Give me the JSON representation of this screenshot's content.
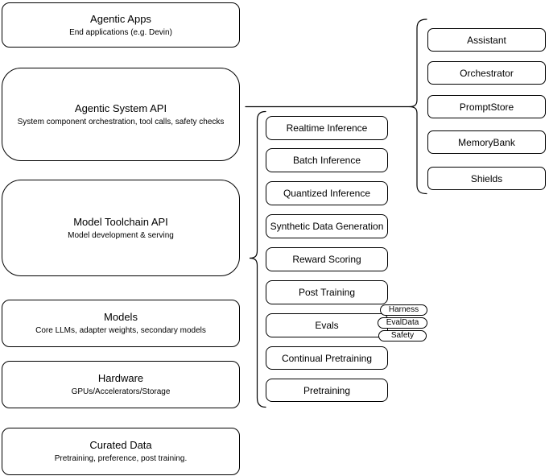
{
  "colors": {
    "stroke": "#000000",
    "fill": "#ffffff",
    "text": "#000000"
  },
  "left_stack": {
    "items": [
      {
        "title": "Agentic Apps",
        "subtitle": "End applications (e.g. Devin)"
      },
      {
        "title": "Agentic System API",
        "subtitle": "System component orchestration, tool calls, safety checks"
      },
      {
        "title": "Model Toolchain API",
        "subtitle": "Model development & serving"
      },
      {
        "title": "Models",
        "subtitle": "Core LLMs, adapter weights, secondary models"
      },
      {
        "title": "Hardware",
        "subtitle": "GPUs/Accelerators/Storage"
      },
      {
        "title": "Curated Data",
        "subtitle": "Pretraining, preference, post training."
      }
    ]
  },
  "toolchain_group": {
    "items": [
      {
        "label": "Realtime Inference"
      },
      {
        "label": "Batch Inference"
      },
      {
        "label": "Quantized Inference"
      },
      {
        "label": "Synthetic Data Generation"
      },
      {
        "label": "Reward Scoring"
      },
      {
        "label": "Post Training"
      },
      {
        "label": "Evals"
      },
      {
        "label": "Continual Pretraining"
      },
      {
        "label": "Pretraining"
      }
    ],
    "eval_tags": [
      {
        "label": "Harness"
      },
      {
        "label": "EvalData"
      },
      {
        "label": "Safety"
      }
    ]
  },
  "system_group": {
    "items": [
      {
        "label": "Assistant"
      },
      {
        "label": "Orchestrator"
      },
      {
        "label": "PromptStore"
      },
      {
        "label": "MemoryBank"
      },
      {
        "label": "Shields"
      }
    ]
  }
}
